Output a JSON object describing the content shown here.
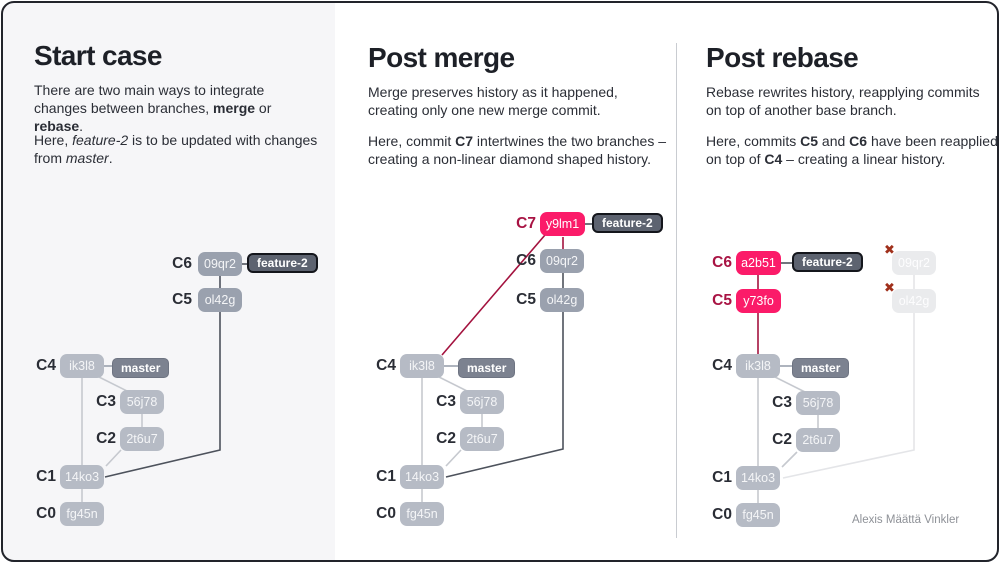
{
  "colors": {
    "frame_border": "#22242b",
    "panel_bg": "#f6f6f8",
    "divider": "#c9ccd1",
    "heading": "#1d2027",
    "body": "#2b2e36",
    "muted": "#8e9197",
    "pink": "#fb1b69",
    "crimson_text": "#a81343",
    "crimson_line": "#a3123e",
    "dark_line": "#4d525c",
    "mid_line": "#9aa1ae",
    "light_line": "#c6c9cf",
    "ghost_line": "#e4e5e8",
    "commit_dark": "#9aa1ae",
    "commit_light": "#b6bbc5",
    "commit_ghost": "#eaebed",
    "badge_master": "#7c8290",
    "badge_feature": "#5d6370",
    "badge_border": "#14161c",
    "x_color": "#a0301b"
  },
  "icons": {
    "x_icon": "✖"
  },
  "attribution": "Alexis Määttä Vinkler",
  "panels": [
    {
      "title": "Start case",
      "p1": {
        "t1": "There are two main ways to integrate changes between branches, ",
        "b1": "merge",
        "t2": " or ",
        "b2": "rebase",
        "t3": "."
      },
      "p2": {
        "t1": "Here, ",
        "i1": "feature-2",
        "t2": " is to be updated with changes from ",
        "i2": "master",
        "t3": "."
      },
      "nodes": [
        {
          "label": "C6",
          "hash": "09qr2",
          "badge": "feature-2"
        },
        {
          "label": "C5",
          "hash": "ol42g"
        },
        {
          "label": "C4",
          "hash": "ik3l8",
          "badge": "master"
        },
        {
          "label": "C3",
          "hash": "56j78"
        },
        {
          "label": "C2",
          "hash": "2t6u7"
        },
        {
          "label": "C1",
          "hash": "14ko3"
        },
        {
          "label": "C0",
          "hash": "fg45n"
        }
      ]
    },
    {
      "title": "Post merge",
      "p1": {
        "t1": "Merge preserves history as it happened, creating only one new merge commit."
      },
      "p2": {
        "t1": "Here, commit ",
        "b1": "C7",
        "t2": " intertwines the two branches – creating a non-linear diamond shaped history."
      },
      "nodes": [
        {
          "label": "C7",
          "hash": "y9lm1",
          "badge": "feature-2"
        },
        {
          "label": "C6",
          "hash": "09qr2"
        },
        {
          "label": "C5",
          "hash": "ol42g"
        },
        {
          "label": "C4",
          "hash": "ik3l8",
          "badge": "master"
        },
        {
          "label": "C3",
          "hash": "56j78"
        },
        {
          "label": "C2",
          "hash": "2t6u7"
        },
        {
          "label": "C1",
          "hash": "14ko3"
        },
        {
          "label": "C0",
          "hash": "fg45n"
        }
      ]
    },
    {
      "title": "Post rebase",
      "p1": {
        "t1": "Rebase rewrites history, reapplying commits on top of another base branch."
      },
      "p2": {
        "t1": "Here, commits ",
        "b1": "C5",
        "t2": " and ",
        "b2": "C6",
        "t3": " have been reapplied on top of ",
        "b3": "C4",
        "t4": " – creating a linear history."
      },
      "nodes": [
        {
          "label": "C6",
          "hash": "a2b51",
          "badge": "feature-2"
        },
        {
          "label": "C5",
          "hash": "y73fo"
        },
        {
          "label": "C4",
          "hash": "ik3l8",
          "badge": "master"
        },
        {
          "label": "C3",
          "hash": "56j78"
        },
        {
          "label": "C2",
          "hash": "2t6u7"
        },
        {
          "label": "C1",
          "hash": "14ko3"
        },
        {
          "label": "C0",
          "hash": "fg45n"
        }
      ],
      "ghosts": [
        {
          "hash": "09qr2"
        },
        {
          "hash": "ol42g"
        }
      ]
    }
  ]
}
